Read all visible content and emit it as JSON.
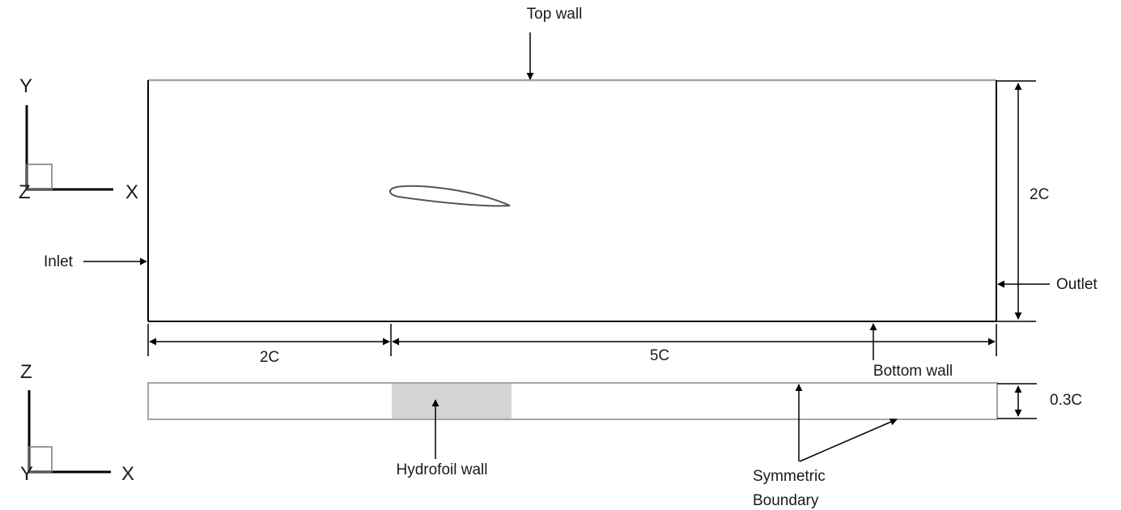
{
  "labels": {
    "top_wall": "Top wall",
    "inlet": "Inlet",
    "outlet": "Outlet",
    "bottom_wall": "Bottom wall",
    "hydrofoil_wall": "Hydrofoil wall",
    "symmetric_line1": "Symmetric",
    "symmetric_line2": "Boundary"
  },
  "dimensions": {
    "height": "2C",
    "upstream_length": "2C",
    "downstream_length": "5C",
    "span": "0.3C"
  },
  "axes_top": {
    "vertical": "Y",
    "horizontal": "X",
    "out_of_plane": "Z"
  },
  "axes_bottom": {
    "vertical": "Z",
    "horizontal": "X",
    "out_of_plane": "Y"
  },
  "colors": {
    "line": "#000000",
    "wall_gray": "#a6a6a6",
    "hydrofoil_fill": "#d4d4d4"
  }
}
